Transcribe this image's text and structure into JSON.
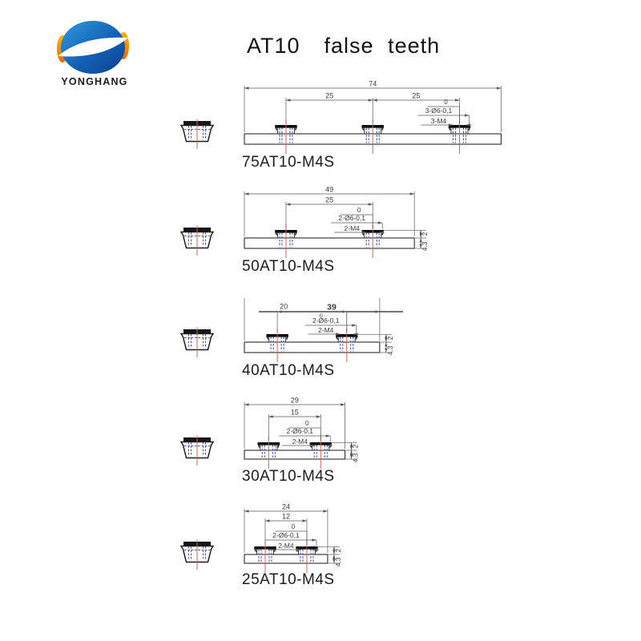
{
  "brand": {
    "name": "YONGHANG"
  },
  "header": {
    "model": "AT10",
    "product_name": "false teeth"
  },
  "colors": {
    "centerline_red": "#d2655c",
    "hidden_line_blue": "#4a55b2",
    "dimension_gray": "#5a5a5a",
    "outline_dark": "#2b2b2b",
    "logo_blue_dark": "#0a3f8f",
    "logo_blue_light": "#2f9be0",
    "logo_orange_light": "#ffb400",
    "logo_orange_dark": "#e86a00"
  },
  "drawings": [
    {
      "name": "75AT10-M4S",
      "teeth_count": 3,
      "length_mm": 74,
      "overall_dim": "74",
      "tooth_spacing_mm": 25,
      "spacing_dims": [
        "25",
        "25"
      ],
      "hole_callouts": [
        "0",
        "3-Ø6-0,1",
        "3-M4"
      ],
      "height_dims": []
    },
    {
      "name": "50AT10-M4S",
      "teeth_count": 2,
      "length_mm": 49,
      "overall_dim": "49",
      "tooth_spacing_mm": 25,
      "spacing_dims": [
        "25"
      ],
      "hole_callouts": [
        "0",
        "2-Ø6-0,1",
        "2-M4"
      ],
      "height_dims": [
        "2",
        "4.3"
      ]
    },
    {
      "name": "40AT10-M4S",
      "teeth_count": 2,
      "length_mm": 39,
      "overall_dim": "39",
      "tooth_spacing_mm": 20,
      "spacing_dims": [
        "20"
      ],
      "hole_callouts": [
        "0",
        "2-Ø6-0,1",
        "2-M4"
      ],
      "height_dims": [
        "2",
        "4.3"
      ],
      "overall_dim_style": "bold-inline"
    },
    {
      "name": "30AT10-M4S",
      "teeth_count": 2,
      "length_mm": 29,
      "overall_dim": "29",
      "tooth_spacing_mm": 15,
      "spacing_dims": [
        "15"
      ],
      "hole_callouts": [
        "0",
        "2-Ø6-0,1",
        "2-M4"
      ],
      "height_dims": [
        "2",
        "4.3"
      ]
    },
    {
      "name": "25AT10-M4S",
      "teeth_count": 2,
      "length_mm": 24,
      "overall_dim": "24",
      "tooth_spacing_mm": 12,
      "spacing_dims": [
        "12"
      ],
      "hole_callouts": [
        "0",
        "2-Ø6-0,1",
        "2-M4"
      ],
      "height_dims": [
        "2",
        "4.3"
      ]
    }
  ]
}
